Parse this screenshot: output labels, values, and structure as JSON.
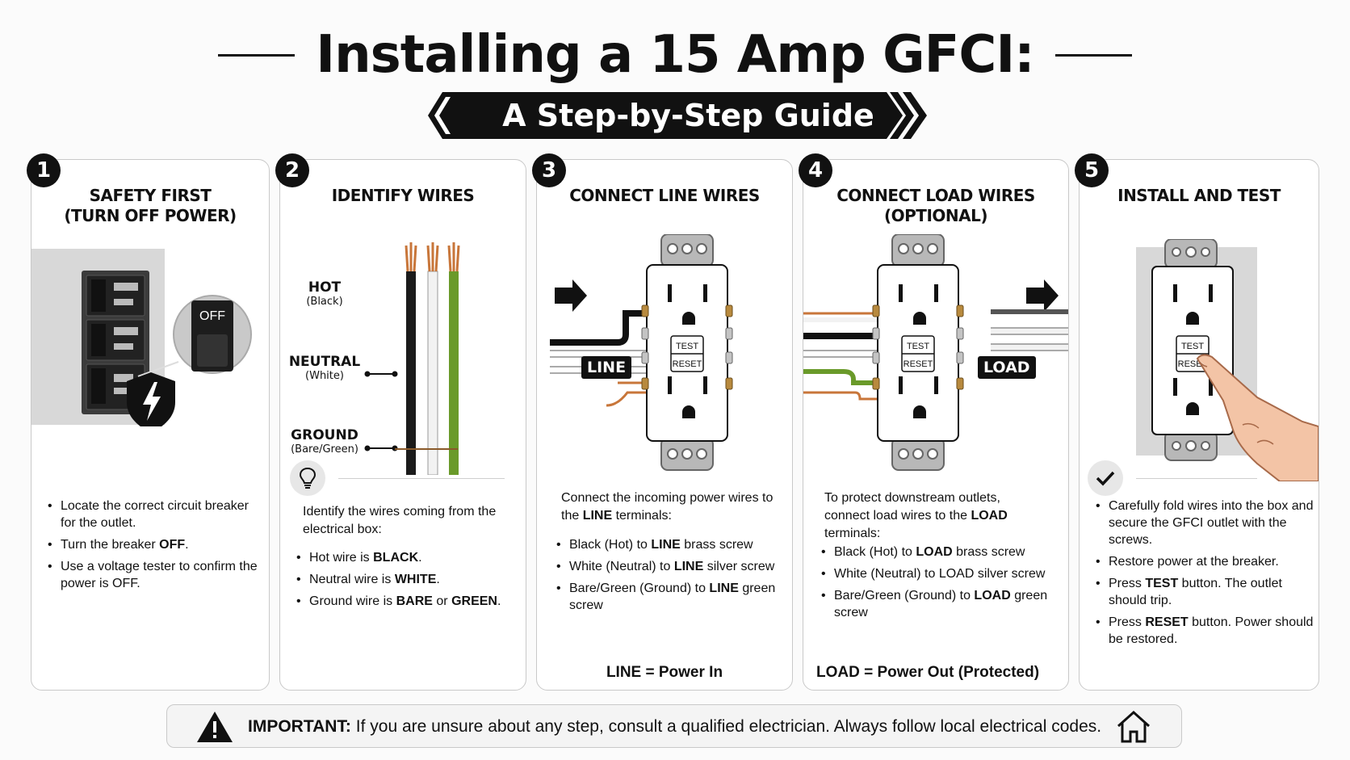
{
  "header": {
    "title": "Installing a 15 Amp GFCI:",
    "subtitle": "A Step-by-Step Guide"
  },
  "steps": [
    {
      "number": "1",
      "title_lines": [
        "SAFETY FIRST",
        "(TURN OFF POWER)"
      ],
      "illustration_labels": {
        "off": "OFF"
      },
      "bullets": [
        [
          "Locate the correct circuit breaker for the outlet."
        ],
        [
          "Turn the breaker ",
          "OFF",
          "."
        ],
        [
          "Use a voltage tester to confirm the power is OFF."
        ]
      ]
    },
    {
      "number": "2",
      "title_lines": [
        "IDENTIFY WIRES"
      ],
      "wires": [
        {
          "name": "HOT",
          "color_name": "(Black)"
        },
        {
          "name": "NEUTRAL",
          "color_name": "(White)"
        },
        {
          "name": "GROUND",
          "color_name": "(Bare/Green)"
        }
      ],
      "intro": "Identify the wires coming from the electrical box:",
      "bullets": [
        [
          "Hot wire is ",
          "BLACK",
          "."
        ],
        [
          "Neutral wire is ",
          "WHITE",
          "."
        ],
        [
          "Ground wire is ",
          "BARE",
          " or ",
          "GREEN",
          "."
        ]
      ]
    },
    {
      "number": "3",
      "title_lines": [
        "CONNECT LINE WIRES"
      ],
      "outlet_buttons": {
        "test": "TEST",
        "reset": "RESET"
      },
      "tag": "LINE",
      "intro": [
        "Connect the incoming power wires to the ",
        "LINE",
        " terminals:"
      ],
      "bullets": [
        [
          "Black (Hot) to ",
          "LINE",
          " brass screw"
        ],
        [
          "White (Neutral) to ",
          "LINE",
          " silver screw"
        ],
        [
          "Bare/Green (Ground) to ",
          "LINE",
          " green screw"
        ]
      ],
      "summary": "LINE = Power In"
    },
    {
      "number": "4",
      "title_lines": [
        "CONNECT LOAD WIRES",
        "(OPTIONAL)"
      ],
      "outlet_buttons": {
        "test": "TEST",
        "reset": "RESET"
      },
      "tag": "LOAD",
      "intro": [
        "To protect downstream outlets, connect load wires to the ",
        "LOAD",
        " terminals:"
      ],
      "bullets": [
        [
          "Black (Hot) to ",
          "LOAD",
          " brass screw"
        ],
        [
          "White (Neutral) to LOAD silver screw"
        ],
        [
          "Bare/Green (Ground) to ",
          "LOAD",
          " green screw"
        ]
      ],
      "summary": "LOAD = Power Out (Protected)"
    },
    {
      "number": "5",
      "title_lines": [
        "INSTALL AND TEST"
      ],
      "outlet_buttons": {
        "test": "TEST",
        "reset": "RESET"
      },
      "bullets": [
        [
          "Carefully fold wires into the box and secure the GFCI outlet with the screws."
        ],
        [
          "Restore power at the breaker."
        ],
        [
          "Press ",
          "TEST",
          " button. The outlet should trip."
        ],
        [
          "Press ",
          "RESET",
          " button. Power should be restored."
        ]
      ]
    }
  ],
  "footer": {
    "label": "IMPORTANT:",
    "text": " If you are unsure about any step, consult a qualified electrician. Always follow local electrical codes."
  },
  "icons": {
    "warning": "warning-triangle-icon",
    "home": "home-icon",
    "lightbulb": "lightbulb-icon",
    "check": "checkmark-icon",
    "shield": "shield-lightning-icon"
  },
  "colors": {
    "black_wire": "#1b1b1b",
    "white_wire": "#f2f2f2",
    "ground_wire": "#6a9a2a",
    "copper": "#c8763a",
    "brass": "#b88a3e"
  }
}
